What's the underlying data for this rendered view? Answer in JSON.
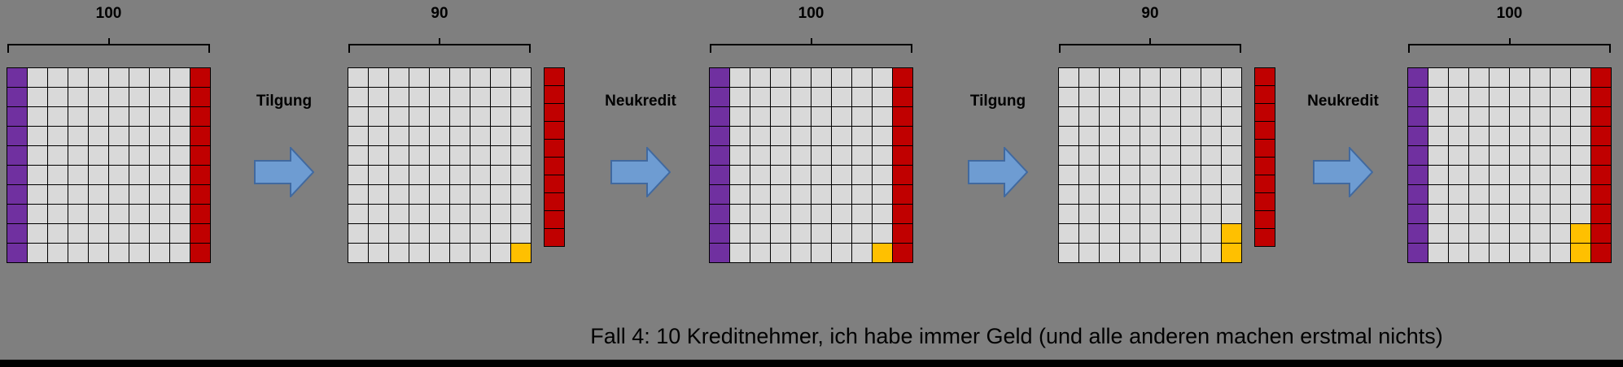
{
  "colors": {
    "background": "#7f7f7f",
    "cell": "#d9d9d9",
    "purple": "#7030a0",
    "red": "#c00000",
    "gold": "#ffc000",
    "line": "#000000",
    "arrow_fill": "#6e9cd2",
    "arrow_border": "#41699f",
    "footer_bar": "#000000"
  },
  "caption": "Fall 4: 10 Kreditnehmer, ich habe immer Geld (und alle anderen machen erstmal nichts)",
  "stages": [
    {
      "label": "100",
      "cols": 10,
      "rows": 10,
      "left_col_color": "purple",
      "right_col_color": "red",
      "gold_cells": [],
      "strip": null
    },
    {
      "label": "90",
      "cols": 9,
      "rows": 10,
      "left_col_color": null,
      "right_col_color": null,
      "gold_cells": [
        [
          8,
          9
        ]
      ],
      "strip": {
        "cells": 10,
        "color": "red"
      }
    },
    {
      "label": "100",
      "cols": 10,
      "rows": 10,
      "left_col_color": "purple",
      "right_col_color": "red",
      "gold_cells": [
        [
          8,
          9
        ]
      ],
      "strip": null
    },
    {
      "label": "90",
      "cols": 9,
      "rows": 10,
      "left_col_color": null,
      "right_col_color": null,
      "gold_cells": [
        [
          8,
          8
        ],
        [
          8,
          9
        ]
      ],
      "strip": {
        "cells": 10,
        "color": "red"
      }
    },
    {
      "label": "100",
      "cols": 10,
      "rows": 10,
      "left_col_color": "purple",
      "right_col_color": "red",
      "gold_cells": [
        [
          8,
          8
        ],
        [
          8,
          9
        ]
      ],
      "strip": null
    }
  ],
  "arrows": [
    {
      "label": "Tilgung"
    },
    {
      "label": "Neukredit"
    },
    {
      "label": "Tilgung"
    },
    {
      "label": "Neukredit"
    }
  ]
}
